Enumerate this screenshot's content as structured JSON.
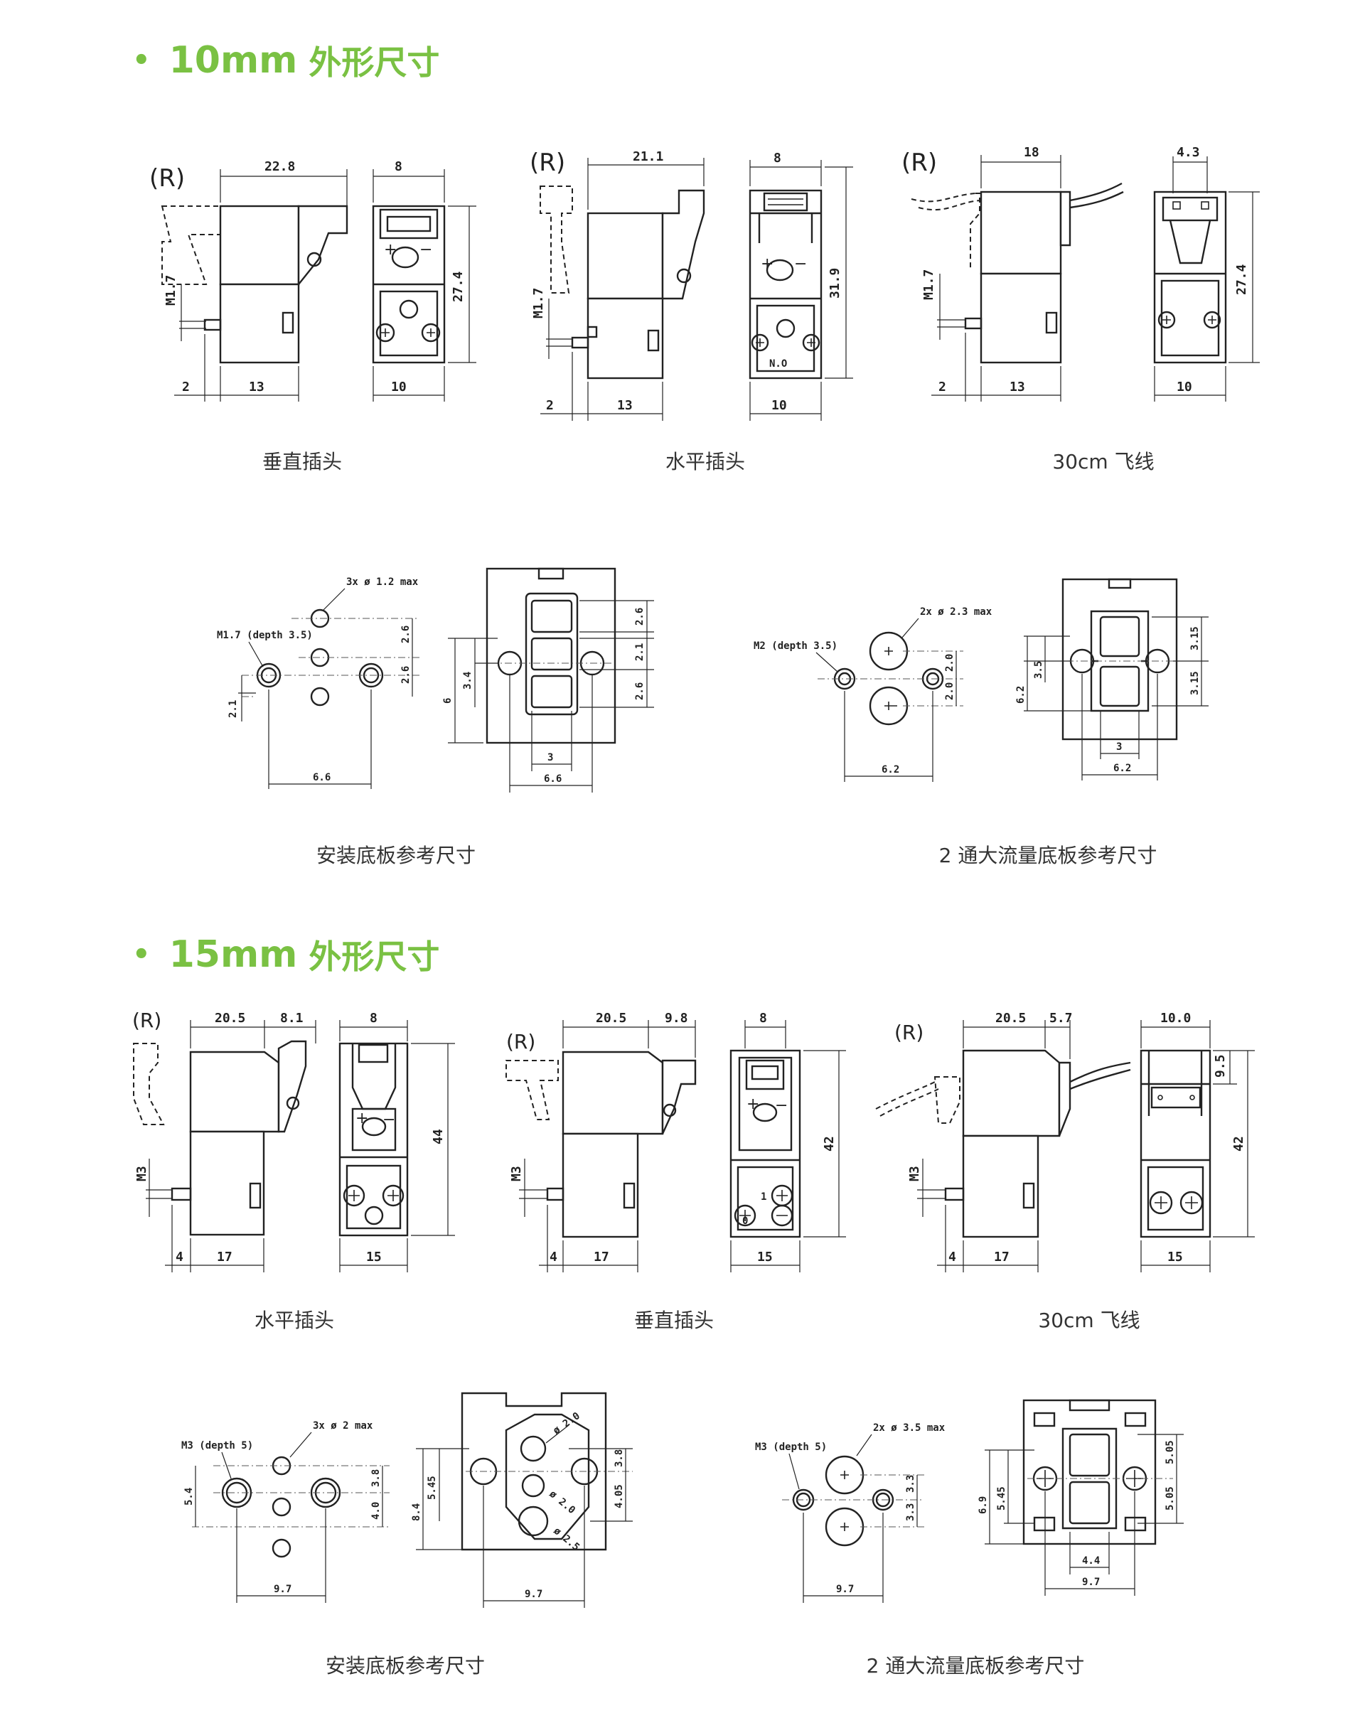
{
  "sections": [
    {
      "bullet": "•",
      "size": "10mm",
      "title": "外形尺寸"
    },
    {
      "bullet": "•",
      "size": "15mm",
      "title": "外形尺寸"
    }
  ],
  "s10": {
    "captions": [
      "垂直插头",
      "水平插头",
      "30cm 飞线",
      "安装底板参考尺寸",
      "2 通大流量底板参考尺寸"
    ],
    "r_label": "(R)",
    "vert": {
      "w": "22.8",
      "t": "M1.7",
      "b1": "2",
      "b2": "13",
      "sw": "8",
      "sh": "27.4",
      "sb": "10"
    },
    "horiz": {
      "w": "21.1",
      "t": "M1.7",
      "b1": "2",
      "b2": "13",
      "sw": "8",
      "sh": "31.9",
      "sb": "10",
      "no": "N.O"
    },
    "wire": {
      "w": "18",
      "t": "M1.7",
      "b1": "2",
      "b2": "13",
      "sw": "4.3",
      "sh": "27.4",
      "sb": "10"
    },
    "mount": {
      "holes": "3x ø 1.2 max",
      "thread": "M1.7 (depth 3.5)",
      "v1": "2.6",
      "v2": "2.6",
      "v3": "2.1",
      "h": "6.6",
      "pv1": "2.6",
      "pv2": "2.1",
      "pv3": "2.6",
      "ph1": "6",
      "ph2": "3.4",
      "pw1": "3",
      "pw2": "6.6"
    },
    "flow": {
      "holes": "2x ø 2.3 max",
      "thread": "M2 (depth 3.5)",
      "v1": "2.0",
      "v2": "2.0",
      "h": "6.2",
      "pv1": "3.15",
      "pv2": "3.15",
      "ph1": "6.2",
      "ph2": "3.5",
      "pw1": "3",
      "pw2": "6.2"
    }
  },
  "s15": {
    "captions": [
      "水平插头",
      "垂直插头",
      "30cm 飞线",
      "安装底板参考尺寸",
      "2 通大流量底板参考尺寸"
    ],
    "r_label": "(R)",
    "horiz": {
      "w1": "20.5",
      "w2": "8.1",
      "t": "M3",
      "b1": "4",
      "b2": "17",
      "sw": "8",
      "sh": "44",
      "sb": "15"
    },
    "vert": {
      "w1": "20.5",
      "w2": "9.8",
      "t": "M3",
      "b1": "4",
      "b2": "17",
      "sw": "8",
      "sh": "42",
      "sb": "15",
      "n1": "1",
      "n0": "0"
    },
    "wire": {
      "w1": "20.5",
      "w2": "5.7",
      "t": "M3",
      "b1": "4",
      "b2": "17",
      "sw": "10.0",
      "sh1": "9.5",
      "sh2": "42",
      "sb": "15"
    },
    "mount": {
      "holes": "3x ø 2 max",
      "thread": "M3 (depth 5)",
      "v1": "3.8",
      "v2": "4.0",
      "vl": "5.4",
      "h": "9.7",
      "d1": "ø 2.0",
      "d2": "ø 2.0",
      "d3": "ø 2.5",
      "pv1": "3.8",
      "pv2": "4.05",
      "ph1": "8.4",
      "ph2": "5.45",
      "pw": "9.7"
    },
    "flow": {
      "holes": "2x ø 3.5 max",
      "thread": "M3 (depth 5)",
      "v1": "3.3",
      "v2": "3.3",
      "h": "9.7",
      "pv1": "5.05",
      "pv2": "5.05",
      "ph1": "6.9",
      "ph2": "5.45",
      "pw1": "4.4",
      "pw2": "9.7"
    }
  }
}
